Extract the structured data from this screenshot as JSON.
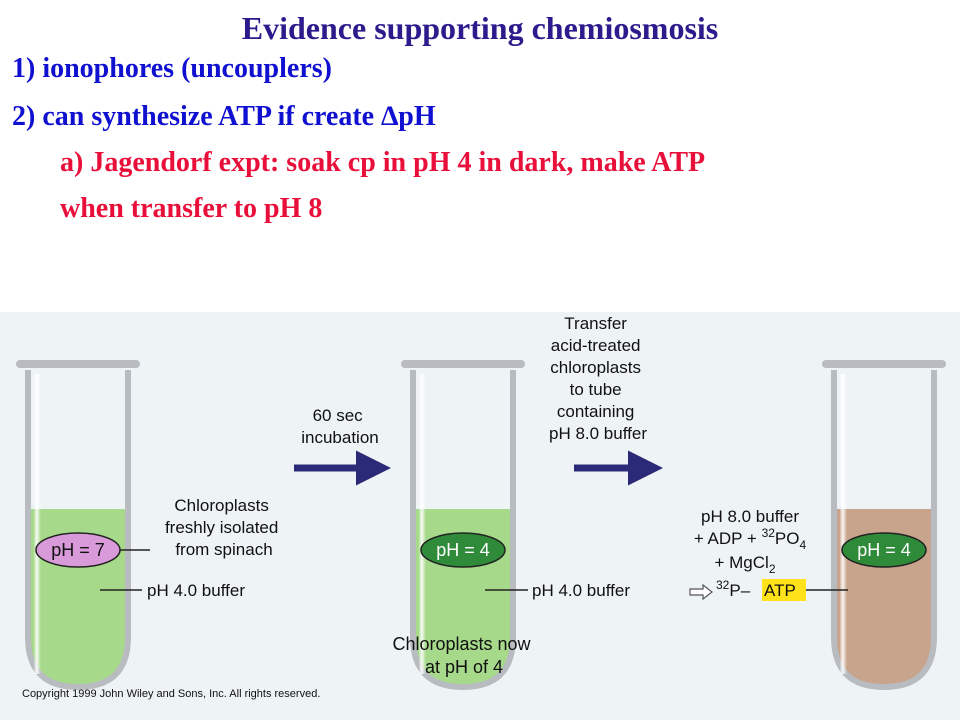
{
  "slide": {
    "title": "Evidence supporting chemiosmosis",
    "point_1": "1) ionophores (uncouplers)",
    "point_2": "2) can synthesize ATP if create ∆pH",
    "subpoint_a_line1": "a) Jagendorf expt: soak cp in pH 4 in dark, make ATP",
    "subpoint_a_line2": "when transfer to pH 8"
  },
  "figure": {
    "tube1": {
      "ph_label": "pH = 7"
    },
    "tube2": {
      "ph_label": "pH = 4"
    },
    "tube3": {
      "ph_label": "pH = 4"
    },
    "chloroplasts_label": [
      "Chloroplasts",
      "freshly isolated",
      "from spinach"
    ],
    "buffer_label_1": "pH 4.0 buffer",
    "buffer_label_2": "pH 4.0 buffer",
    "step1_label": [
      "60 sec",
      "incubation"
    ],
    "step2_label": [
      "Transfer",
      "acid-treated",
      "chloroplasts",
      "to tube",
      "containing",
      "pH 8.0 buffer"
    ],
    "reaction": {
      "line1": "pH 8.0 buffer",
      "line2_prefix": "+ ADP + ",
      "line2_sup": "32",
      "line2_main": "PO",
      "line2_sub": "4",
      "line3_main": "+ MgCl",
      "line3_sub": "2",
      "product_sup": "32",
      "product_main": "P–",
      "product_highlight": "ATP"
    },
    "bottom_caption": [
      "Chloroplasts now",
      "at pH of 4"
    ],
    "copyright": "Copyright 1999 John Wiley and Sons, Inc. All rights reserved."
  },
  "colors": {
    "title": "#2e1a8c",
    "point": "#1010d0",
    "subpoint": "#e8103a",
    "green_liquid": "#a6d98a",
    "brown_liquid": "#c9a48c",
    "pill_pink": "#d99ad9",
    "pill_green": "#2f8a3a",
    "arrow": "#2a2a78",
    "atp_highlight": "#ffe21a",
    "figure_bg": "#eef3f6"
  }
}
